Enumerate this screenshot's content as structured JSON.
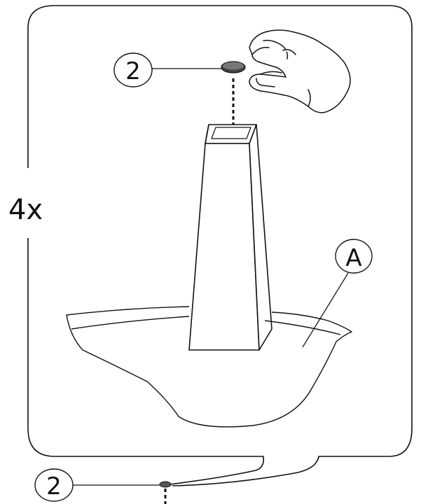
{
  "quantity": "4x",
  "callouts": {
    "part_top": "2",
    "surface": "A",
    "part_bottom": "2"
  }
}
